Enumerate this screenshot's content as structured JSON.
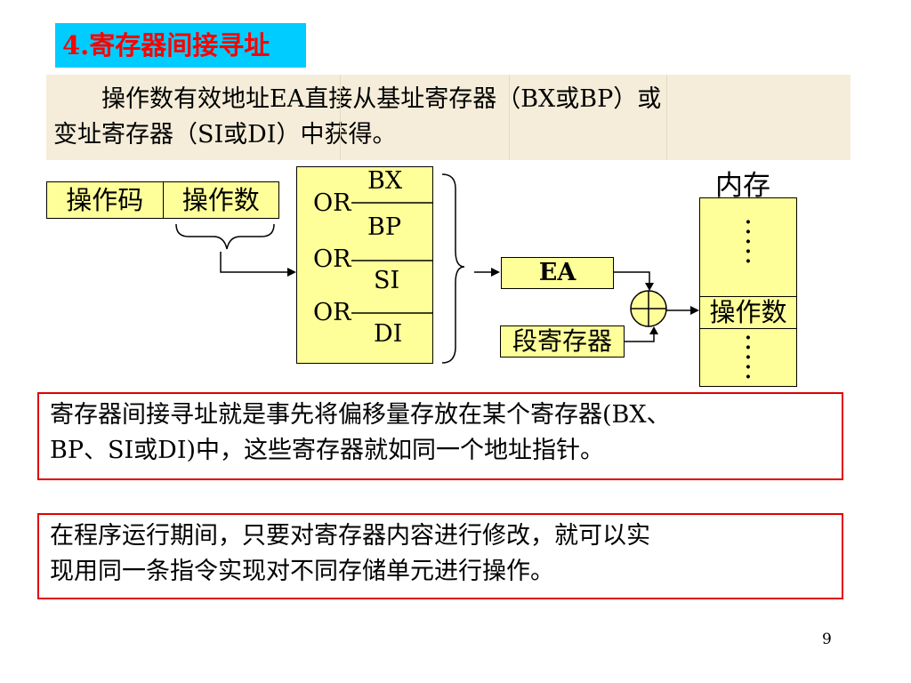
{
  "title": "4.寄存器间接寻址",
  "description": {
    "line1": "操作数有效地址EA直接从基址寄存器（BX或BP）或",
    "line2": "变址寄存器（SI或DI）中获得。"
  },
  "diagram": {
    "instruction": {
      "opcode": "操作码",
      "operand": "操作数"
    },
    "registers": [
      "BX",
      "BP",
      "SI",
      "DI"
    ],
    "or_labels": [
      "OR",
      "OR",
      "OR"
    ],
    "ea": "EA",
    "segment_register": "段寄存器",
    "memory": {
      "title": "内存",
      "operand": "操作数"
    }
  },
  "note1": {
    "line1": "寄存器间接寻址就是事先将偏移量存放在某个寄存器(BX、",
    "line2": "BP、SI或DI)中，这些寄存器就如同一个地址指针。"
  },
  "note2": {
    "line1": "在程序运行期间，只要对寄存器内容进行修改，就可以实",
    "line2": "现用同一条指令实现对不同存储单元进行操作。"
  },
  "page_number": "9"
}
